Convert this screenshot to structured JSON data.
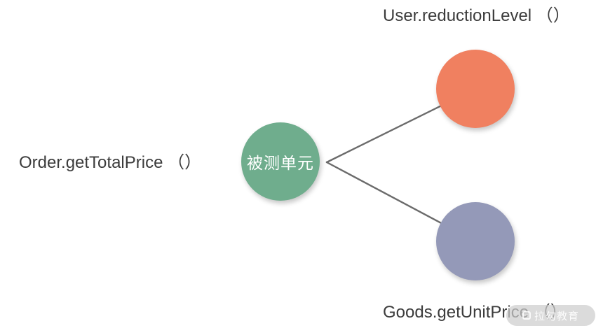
{
  "diagram": {
    "background_color": "#ffffff",
    "label_text_color": "#3c3c3c",
    "line_color": "#6b6b6b",
    "center_node": {
      "label": "被测单元",
      "color": "#6fad8d",
      "label_color": "#ffffff"
    },
    "left_label": "Order.getTotalPrice （）",
    "top_right_node": {
      "label": "User.reductionLevel （）",
      "color": "#f08060"
    },
    "bottom_right_node": {
      "label": "Goods.getUnitPrice （）",
      "color": "#9499b8"
    },
    "watermark": {
      "label": "拉勾教育"
    }
  }
}
